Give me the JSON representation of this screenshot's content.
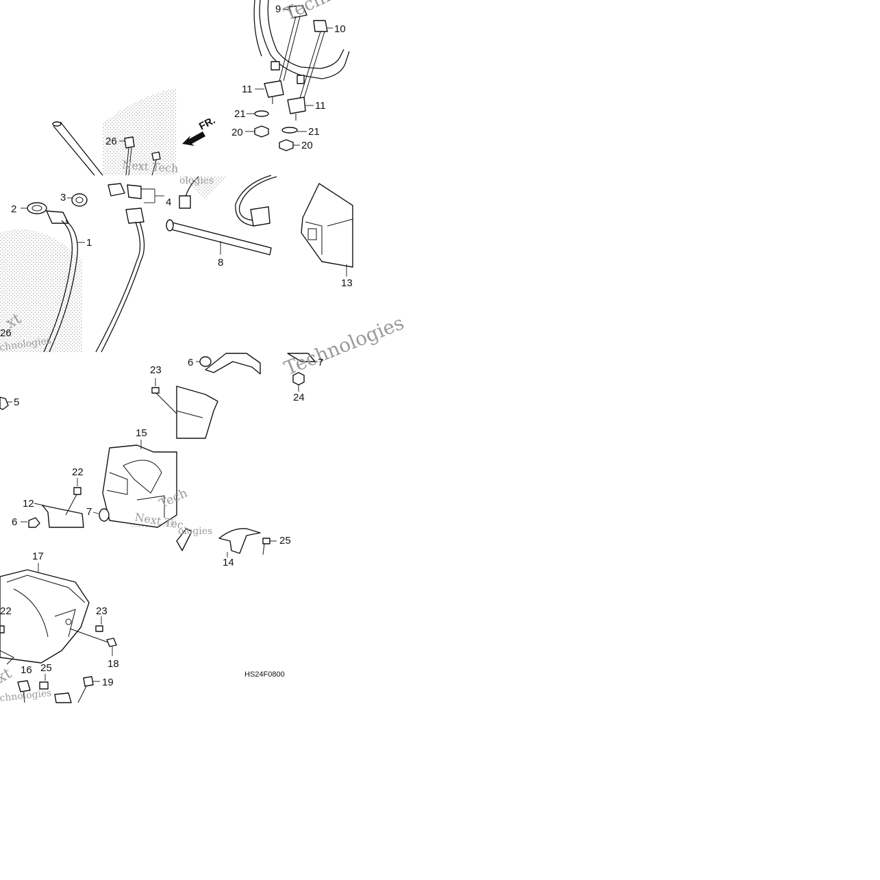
{
  "diagram": {
    "code": "HS24F0800",
    "direction": "FR.",
    "watermarks": [
      "Technologies",
      "Next Tech",
      "ologies",
      "chnologies",
      "Technologies",
      "xt",
      "Tech",
      "Next Tec",
      "ologies",
      "chnologies",
      "xt"
    ],
    "callouts": [
      {
        "id": "c9",
        "text": "9"
      },
      {
        "id": "c10",
        "text": "10"
      },
      {
        "id": "c11a",
        "text": "11"
      },
      {
        "id": "c11b",
        "text": "11"
      },
      {
        "id": "c21a",
        "text": "21"
      },
      {
        "id": "c21b",
        "text": "21"
      },
      {
        "id": "c20a",
        "text": "20"
      },
      {
        "id": "c20b",
        "text": "20"
      },
      {
        "id": "c26a",
        "text": "26"
      },
      {
        "id": "c26b",
        "text": "26"
      },
      {
        "id": "c2",
        "text": "2"
      },
      {
        "id": "c3",
        "text": "3"
      },
      {
        "id": "c1",
        "text": "1"
      },
      {
        "id": "c4",
        "text": "4"
      },
      {
        "id": "c8",
        "text": "8"
      },
      {
        "id": "c13",
        "text": "13"
      },
      {
        "id": "c6a",
        "text": "6"
      },
      {
        "id": "c7a",
        "text": "7"
      },
      {
        "id": "c24",
        "text": "24"
      },
      {
        "id": "c23a",
        "text": "23"
      },
      {
        "id": "c5",
        "text": "5"
      },
      {
        "id": "c15",
        "text": "15"
      },
      {
        "id": "c22a",
        "text": "22"
      },
      {
        "id": "c12",
        "text": "12"
      },
      {
        "id": "c7b",
        "text": "7"
      },
      {
        "id": "c6b",
        "text": "6"
      },
      {
        "id": "c25a",
        "text": "25"
      },
      {
        "id": "c14",
        "text": "14"
      },
      {
        "id": "c17",
        "text": "17"
      },
      {
        "id": "c22b",
        "text": "22"
      },
      {
        "id": "c23b",
        "text": "23"
      },
      {
        "id": "c18",
        "text": "18"
      },
      {
        "id": "c16",
        "text": "16"
      },
      {
        "id": "c25b",
        "text": "25"
      },
      {
        "id": "c19",
        "text": "19"
      }
    ]
  }
}
